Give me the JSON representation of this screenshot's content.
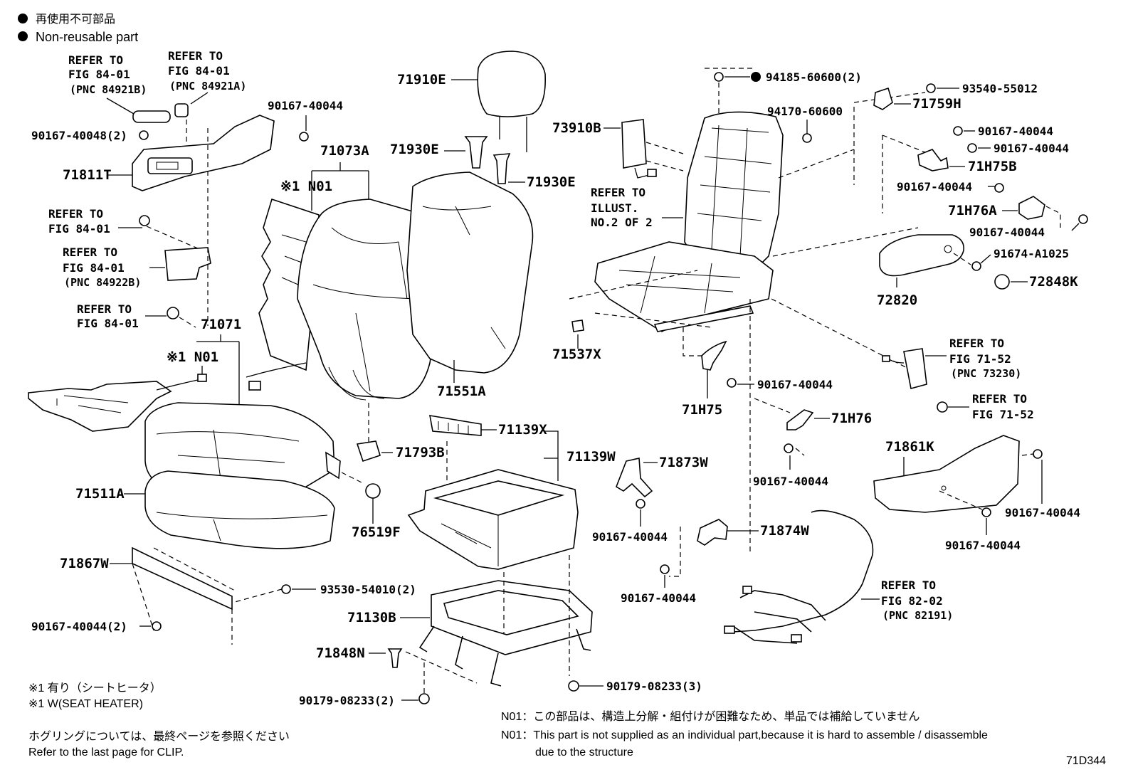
{
  "legend": {
    "jp": "再使用不可部品",
    "en": "Non-reusable part"
  },
  "part_numbers": {
    "p71910E": "71910E",
    "p71930E_a": "71930E",
    "p71930E_b": "71930E",
    "p71073A": "71073A",
    "p71071": "71071",
    "p71811T": "71811T",
    "p71511A": "71511A",
    "p71867W": "71867W",
    "p71551A": "71551A",
    "p71139X": "71139X",
    "p71139W": "71139W",
    "p71793B": "71793B",
    "p76519F": "76519F",
    "p71130B": "71130B",
    "p71848N": "71848N",
    "p73910B": "73910B",
    "p71537X": "71537X",
    "p71H75": "71H75",
    "p71H76": "71H76",
    "p71873W": "71873W",
    "p71874W": "71874W",
    "p71759H": "71759H",
    "p71H75B": "71H75B",
    "p71H76A": "71H76A",
    "p72820": "72820",
    "p72848K": "72848K",
    "p71861K": "71861K"
  },
  "fasteners": {
    "f90167_40048_2": "90167-40048(2)",
    "f90167_40044_top": "90167-40044",
    "f90167_40044_mid": "90167-40044",
    "f90167_40044_low": "90167-40044",
    "f90167_40044_71873": "90167-40044",
    "f90167_40044_71874": "90167-40044",
    "f90167_40044_2": "90167-40044(2)",
    "f93530_54010_2": "93530-54010(2)",
    "f90179_08233_2": "90179-08233(2)",
    "f90179_08233_3": "90179-08233(3)",
    "f94185_60600_2": "94185-60600(2)",
    "f94170_60600": "94170-60600",
    "f93540_55012": "93540-55012",
    "f90167_40044_r1": "90167-40044",
    "f90167_40044_r2": "90167-40044",
    "f90167_40044_r3": "90167-40044",
    "f90167_40044_r4": "90167-40044",
    "f91674_A1025": "91674-A1025",
    "f90167_40044_r5": "90167-40044",
    "f90167_40044_r6": "90167-40044"
  },
  "references": {
    "r1_line1": "REFER TO",
    "r1_line2": "FIG 84-01",
    "r1_line3": "(PNC 84921B)",
    "r2_line1": "REFER TO",
    "r2_line2": "FIG 84-01",
    "r2_line3": "(PNC 84921A)",
    "r3_line1": "REFER TO",
    "r3_line2": "FIG 84-01",
    "r4_line1": "REFER TO",
    "r4_line2": "FIG 84-01",
    "r4_line3": "(PNC 84922B)",
    "r5_line1": "REFER TO",
    "r5_line2": "FIG 84-01",
    "r6_line1": "REFER TO",
    "r6_line2": "ILLUST.",
    "r6_line3": "NO.2 OF 2",
    "r7_line1": "REFER TO",
    "r7_line2": "FIG 71-52",
    "r7_line3": "(PNC 73230)",
    "r8_line1": "REFER TO",
    "r8_line2": "FIG 71-52",
    "r9_line1": "REFER TO",
    "r9_line2": "FIG 82-02",
    "r9_line3": "(PNC 82191)"
  },
  "notes": {
    "n01_upper": "※1 N01",
    "n01_lower": "※1 N01",
    "mark1_jp": "※1  有り（シートヒータ）",
    "mark1_en": "※1  W(SEAT HEATER)",
    "clip_jp": "ホグリングについては、最終ページを参照ください",
    "clip_en": "Refer to the last page for CLIP.",
    "n01_jp": "N01：この部品は、構造上分解・組付けが困難なため、単品では補給していません",
    "n01_en_1": "N01：This part is not supplied as an individual part,because it is hard to assemble / disassemble",
    "n01_en_2": "due to the structure",
    "figure_id": "71D344"
  }
}
